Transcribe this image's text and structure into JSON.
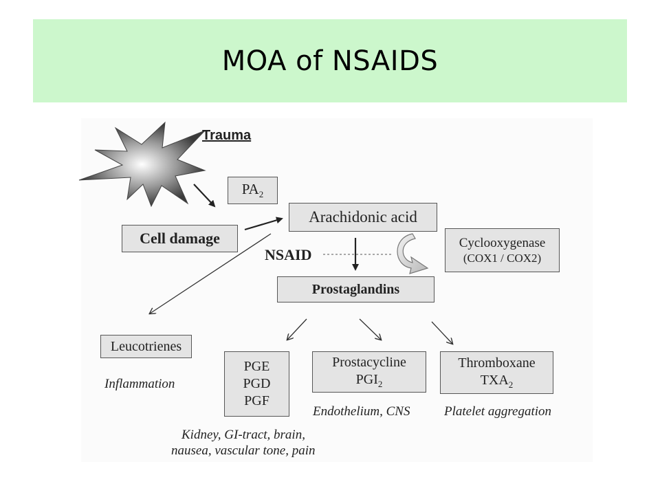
{
  "title": "MOA of NSAIDS",
  "diagram": {
    "trauma": "Trauma",
    "pa2": {
      "base": "PA",
      "sub": "2"
    },
    "cell_damage": "Cell damage",
    "arachidonic_acid": "Arachidonic acid",
    "nsaid": "NSAID",
    "cyclooxygenase": {
      "line1": "Cyclooxygenase",
      "line2": "(COX1 / COX2)"
    },
    "prostaglandins": "Prostaglandins",
    "leucotrienes": "Leucotrienes",
    "inflammation": "Inflammation",
    "pg_box": {
      "line1": "PGE",
      "line2": "PGD",
      "line3": "PGF"
    },
    "prostacycline": {
      "line1": "Prostacycline",
      "line2_base": "PGI",
      "line2_sub": "2"
    },
    "thromboxane": {
      "line1": "Thromboxane",
      "line2_base": "TXA",
      "line2_sub": "2"
    },
    "endothelium": "Endothelium, CNS",
    "platelet": "Platelet aggregation",
    "kidney_line1": "Kidney, GI-tract, brain,",
    "kidney_line2": "nausea, vascular tone, pain"
  }
}
